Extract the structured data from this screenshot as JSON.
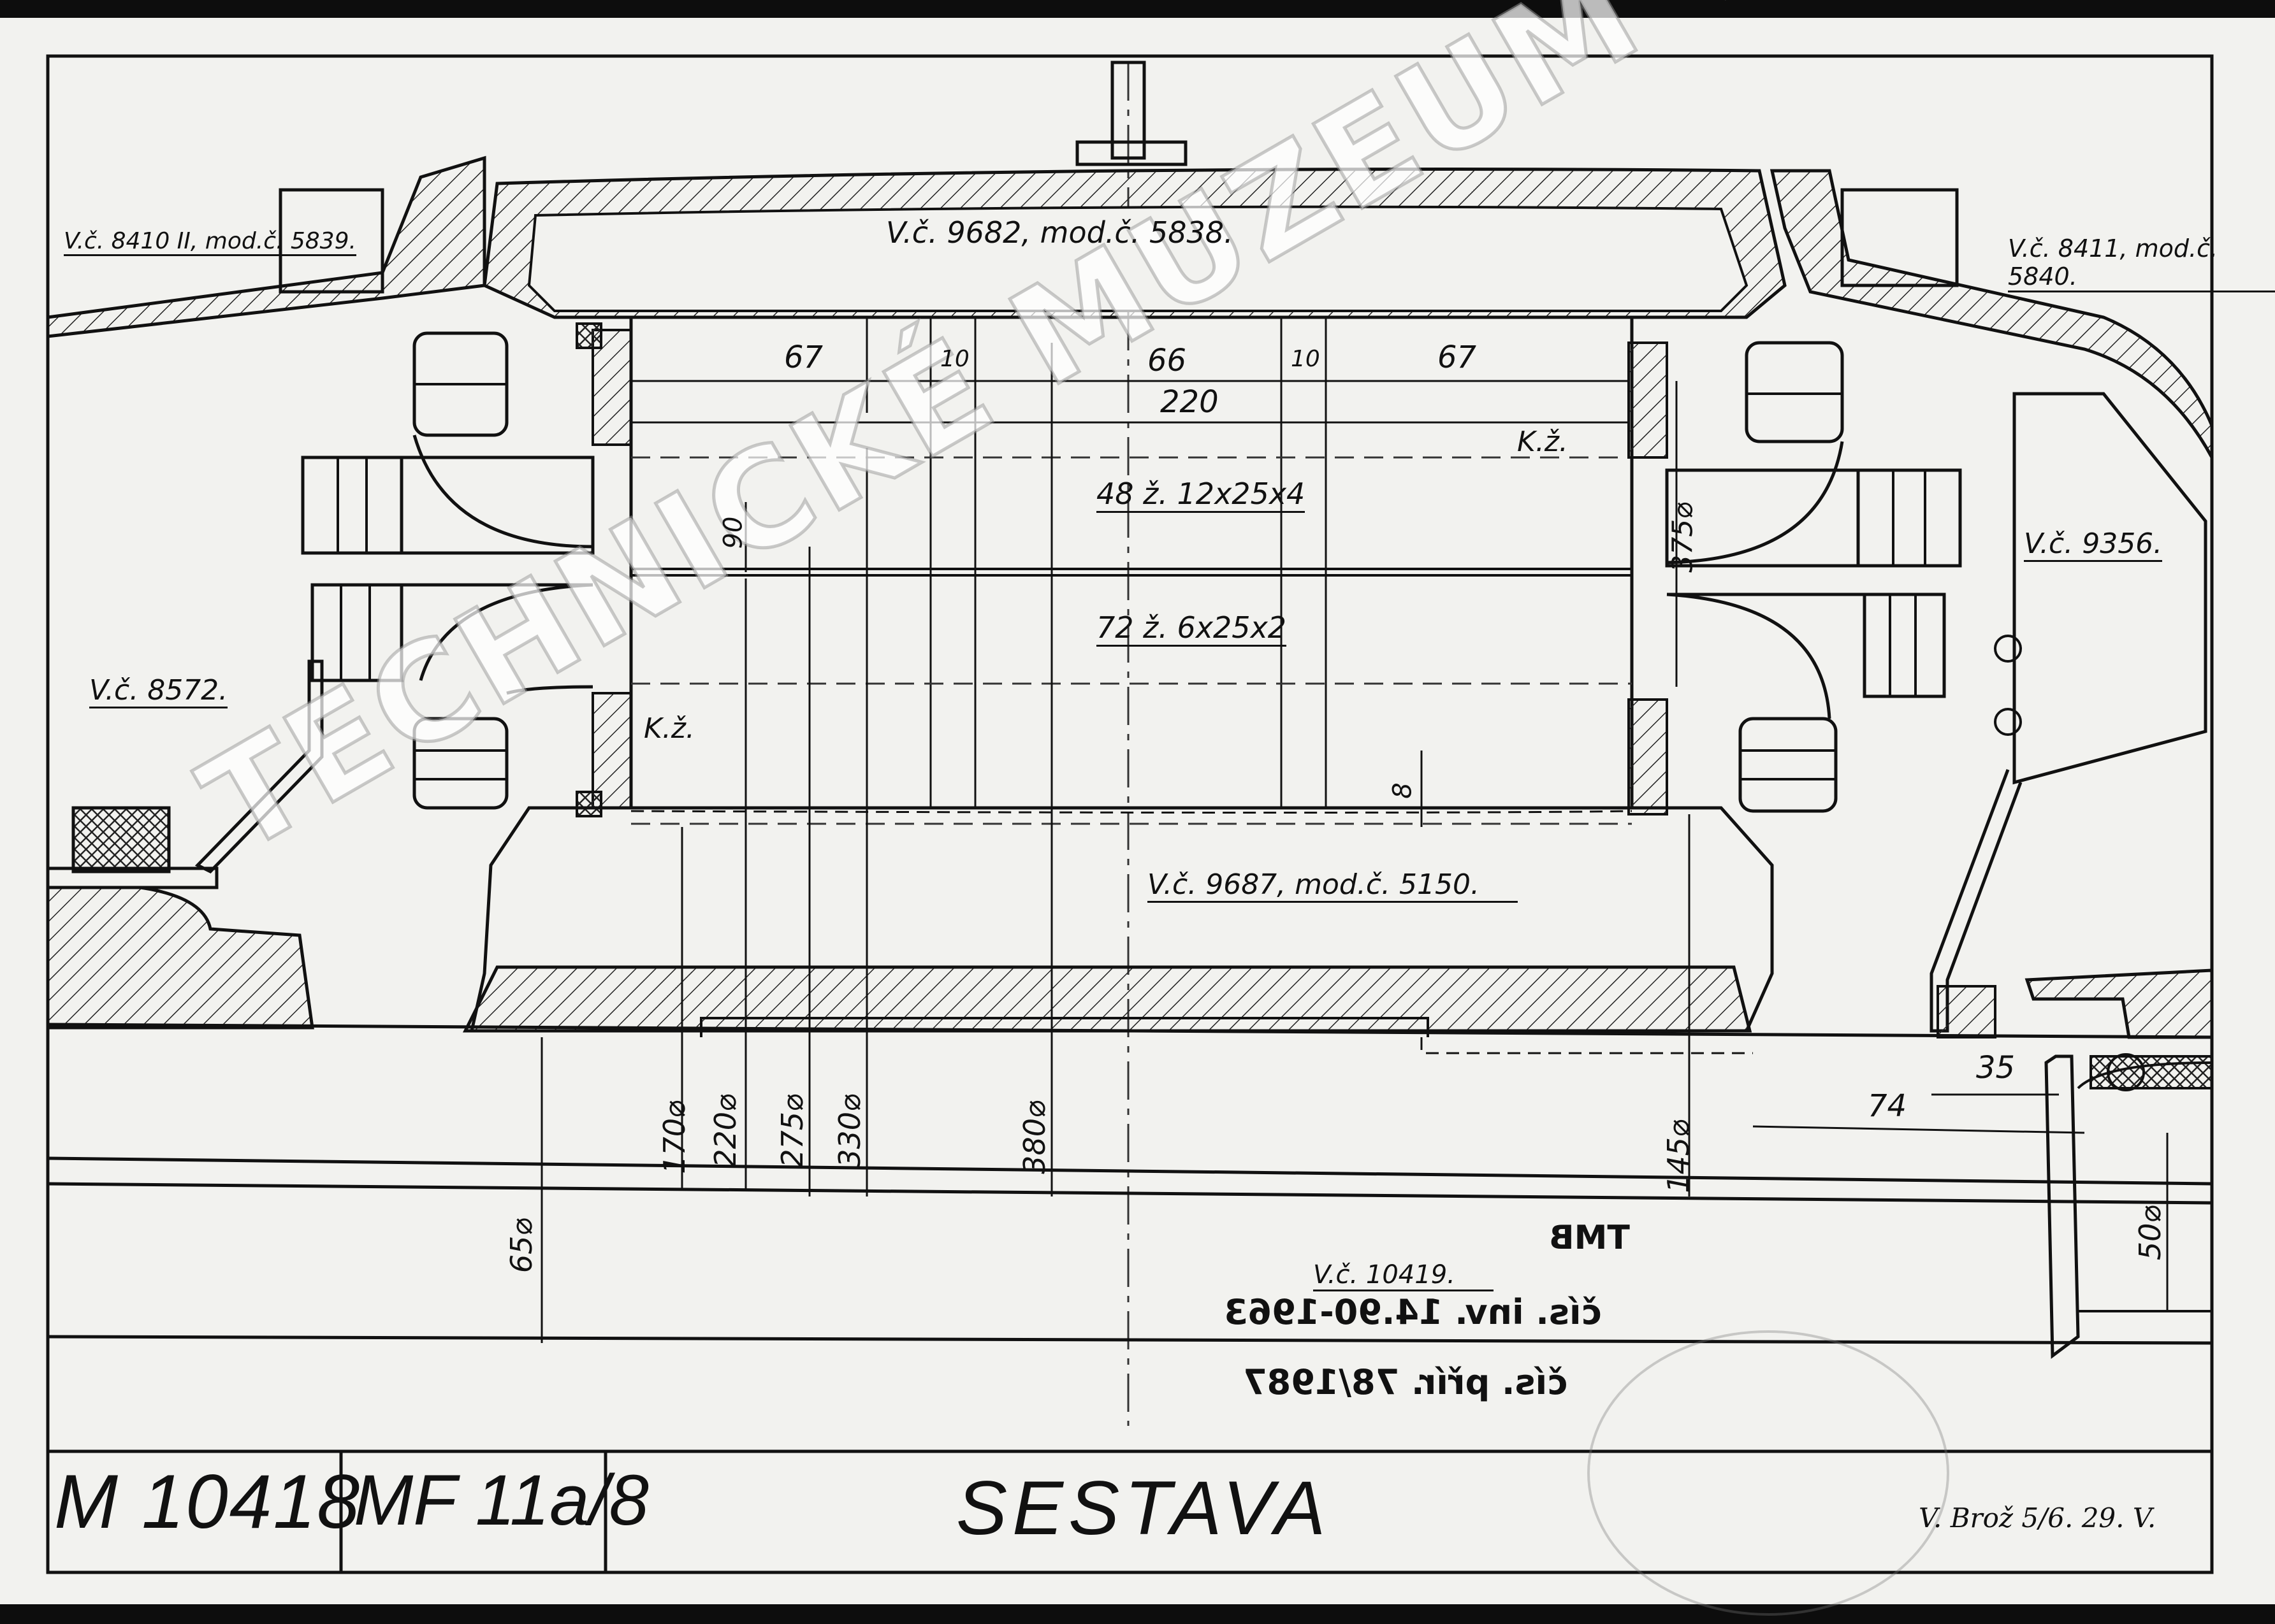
{
  "drawing": {
    "number": "M 10418",
    "class_code": "MF 11a/8",
    "title": "SESTAVA",
    "signature": "V. Brož 5/6. 29. V."
  },
  "watermark": "TECHNICKÉ MUZEUM V BRNĚ",
  "stamp_mirrored": {
    "org": "TMB",
    "inventory": "čís. inv. 14.90-1963",
    "accession": "čís. přír. 78/1987"
  },
  "references": {
    "top_left": "V.č. 8410 II, mod.č. 5839.",
    "top_center": "V.č. 9682, mod.č. 5838.",
    "top_right": "V.č. 8411, mod.č. 5840.",
    "right_mid": "V.č. 9356.",
    "left_mid": "V.č. 8572.",
    "center_lower": "V.č. 9687, mod.č. 5150.",
    "shaft": "V.č. 10419."
  },
  "annotations": {
    "upper_winding": "48 ž. 12x25x4",
    "lower_winding": "72 ž. 6x25x2",
    "kz_upper": "K.ž.",
    "kz_lower": "K.ž."
  },
  "dimensions": {
    "d67a": "67",
    "d10a": "10",
    "d66": "66",
    "d10b": "10",
    "d67b": "67",
    "d220": "220",
    "d90": "90",
    "d8": "8",
    "d375": "375⌀",
    "d170": "170⌀",
    "d220b": "220⌀",
    "d275": "275⌀",
    "d330": "330⌀",
    "d380": "380⌀",
    "d145": "145⌀",
    "d65": "65⌀",
    "d50": "50⌀",
    "d35": "35",
    "d74": "74"
  }
}
